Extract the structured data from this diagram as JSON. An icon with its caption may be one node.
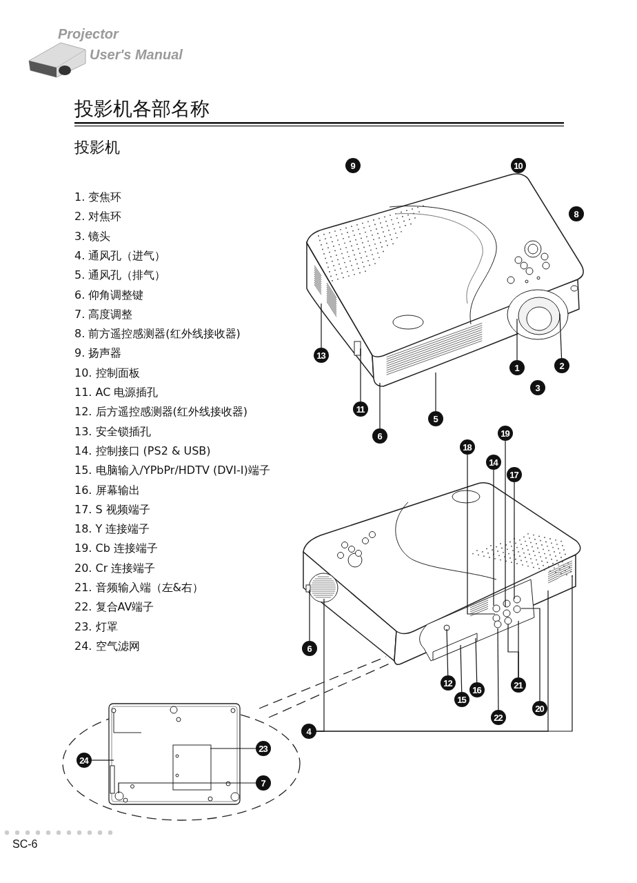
{
  "diagram": {
    "title": "投影机各部名称",
    "nodes": [
      {
        "text": [
          "9"
        ]
      },
      {
        "text": [
          "10"
        ]
      },
      {
        "text": [
          "8"
        ]
      },
      {
        "text": [
          "13"
        ]
      },
      {
        "text": [
          "1"
        ]
      },
      {
        "text": [
          "2"
        ]
      },
      {
        "text": [
          "3"
        ]
      },
      {
        "text": [
          "11"
        ]
      },
      {
        "text": [
          "5"
        ]
      },
      {
        "text": [
          "6"
        ]
      },
      {
        "text": [
          "19"
        ]
      },
      {
        "text": [
          "18"
        ]
      },
      {
        "text": [
          "14"
        ]
      },
      {
        "text": [
          "17"
        ]
      },
      {
        "text": [
          "6"
        ]
      },
      {
        "text": [
          "12"
        ]
      },
      {
        "text": [
          "21"
        ]
      },
      {
        "text": [
          "16"
        ]
      },
      {
        "text": [
          "15"
        ]
      },
      {
        "text": [
          "20"
        ]
      },
      {
        "text": [
          "22"
        ]
      },
      {
        "text": [
          "4"
        ]
      },
      {
        "text": [
          "23"
        ]
      },
      {
        "text": [
          "24"
        ]
      },
      {
        "text": [
          "7"
        ]
      }
    ],
    "edges": [
      {
        "from": 3,
        "to": null,
        "arrow": "none"
      },
      {
        "from": 4,
        "to": null,
        "arrow": "none"
      },
      {
        "from": 5,
        "to": null,
        "arrow": "none"
      },
      {
        "from": 7,
        "to": null,
        "arrow": "none"
      },
      {
        "from": 8,
        "to": null,
        "arrow": "none"
      },
      {
        "from": 9,
        "to": null,
        "arrow": "none"
      },
      {
        "from": 10,
        "to": null,
        "arrow": "none"
      },
      {
        "from": 11,
        "to": null,
        "arrow": "none"
      },
      {
        "from": 12,
        "to": null,
        "arrow": "none"
      },
      {
        "from": 13,
        "to": null,
        "arrow": "none"
      },
      {
        "from": 14,
        "to": null,
        "arrow": "none"
      },
      {
        "from": 15,
        "to": null,
        "arrow": "none"
      },
      {
        "from": 16,
        "to": null,
        "arrow": "none"
      },
      {
        "from": 16,
        "to": null,
        "arrow": "none"
      },
      {
        "from": 17,
        "to": null,
        "arrow": "none"
      },
      {
        "from": 18,
        "to": null,
        "arrow": "none"
      },
      {
        "from": 19,
        "to": null,
        "arrow": "none"
      },
      {
        "from": 20,
        "to": null,
        "arrow": "none"
      },
      {
        "from": 21,
        "to": null,
        "arrow": "none"
      },
      {
        "from": 21,
        "to": null,
        "arrow": "none"
      },
      {
        "from": 21,
        "to": null,
        "arrow": "none"
      },
      {
        "from": 22,
        "to": null,
        "arrow": "none"
      },
      {
        "from": 23,
        "to": null,
        "arrow": "none"
      },
      {
        "from": 24,
        "to": null,
        "arrow": "none"
      }
    ],
    "labels": [
      "Projector",
      "User's Manual",
      "投影机",
      "1. 变焦环",
      "2. 对焦环",
      "3. 镜头",
      "4. 通风孔（进气）",
      "5. 通风孔（排气）",
      "6. 仰角调整键",
      "7. 高度调整",
      "8. 前方遥控感测器(红外线接收器)",
      "9. 扬声器",
      "10. 控制面板",
      "11. AC 电源插孔",
      "12. 后方遥控感测器(红外线接收器)",
      "13. 安全锁插孔",
      "14. 控制接口 (PS2 & USB)",
      "15. 电脑输入/YPbPr/HDTV (DVI-I)端子",
      "16. 屏幕输出",
      "17. S 视频端子",
      "18. Y 连接端子",
      "19. Cb 连接端子",
      "20. Cr 连接端子",
      "21. 音频输入端（左&右）",
      "22. 复合AV端子",
      "23. 灯罩",
      "24. 空气滤网",
      "SC-6"
    ]
  }
}
